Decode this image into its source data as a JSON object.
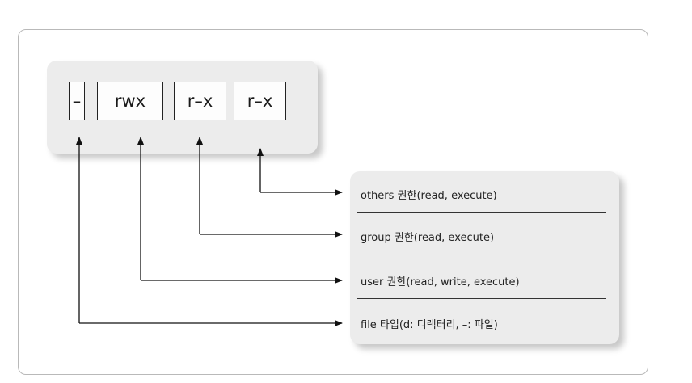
{
  "permission_fields": {
    "type": "–",
    "user": "rwx",
    "group": "r–x",
    "others": "r–x"
  },
  "descriptions": {
    "others": "others 권한(read, execute)",
    "group": "group 권한(read, execute)",
    "user": "user 권한(read, write, execute)",
    "file_type": "file 타입(d: 디렉터리, –: 파일)"
  }
}
